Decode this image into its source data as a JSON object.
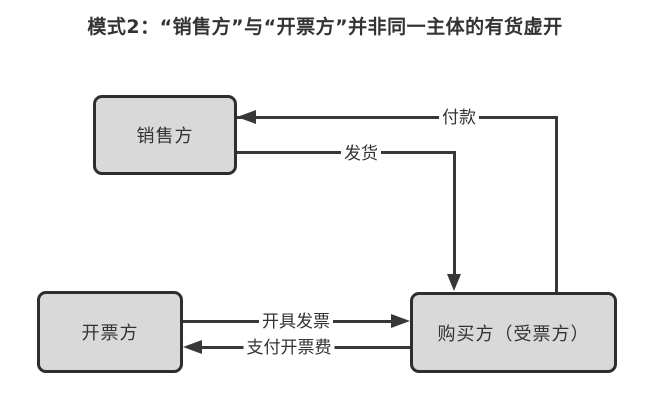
{
  "title": "模式2：“销售方”与“开票方”并非同一主体的有货虚开",
  "nodes": [
    {
      "id": "seller",
      "label": "销售方"
    },
    {
      "id": "invoicer",
      "label": "开票方"
    },
    {
      "id": "buyer",
      "label": "购买方（受票方）"
    }
  ],
  "edges": [
    {
      "id": "payment",
      "label": "付款",
      "from": "buyer",
      "to": "seller"
    },
    {
      "id": "shipping",
      "label": "发货",
      "from": "seller",
      "to": "buyer"
    },
    {
      "id": "issue-invoice",
      "label": "开具发票",
      "from": "invoicer",
      "to": "buyer"
    },
    {
      "id": "pay-invoice-fee",
      "label": "支付开票费",
      "from": "buyer",
      "to": "invoicer"
    }
  ],
  "colors": {
    "stroke": "#383838",
    "node_fill": "#d9d9d9",
    "node_border": "#2e2e2e",
    "text": "#333333",
    "background": "#ffffff"
  }
}
